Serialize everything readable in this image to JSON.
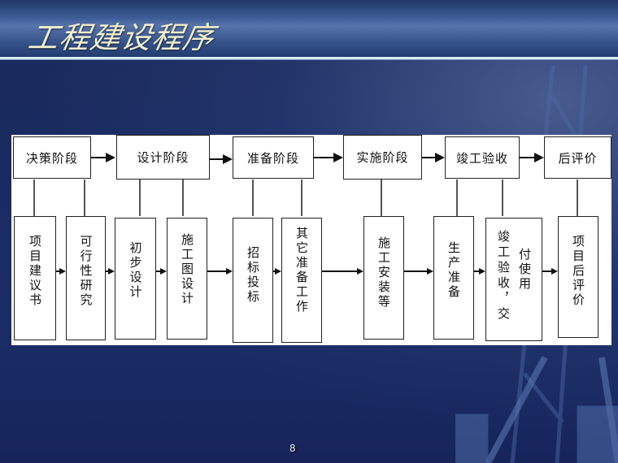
{
  "slide": {
    "title": "工程建设程序",
    "page_number": "8"
  },
  "stages": [
    {
      "label": "决策阶段"
    },
    {
      "label": "设计阶段"
    },
    {
      "label": "准备阶段"
    },
    {
      "label": "实施阶段"
    },
    {
      "label": "竣工验收"
    },
    {
      "label": "后评价"
    }
  ],
  "tasks": [
    {
      "label": "项目建议书",
      "stage": "决策阶段"
    },
    {
      "label": "可行性研究",
      "stage": "决策阶段"
    },
    {
      "label": "初步设计",
      "stage": "设计阶段"
    },
    {
      "label": "施工图设计",
      "stage": "设计阶段"
    },
    {
      "label": "招标投标",
      "stage": "准备阶段"
    },
    {
      "label": "其它准备工作",
      "stage": "准备阶段"
    },
    {
      "label": "施工安装等",
      "stage": "实施阶段"
    },
    {
      "label": "生产准备",
      "stage": "竣工验收"
    },
    {
      "label_col1": "竣工验收，交",
      "label_col2": "付使用",
      "stage": "竣工验收"
    },
    {
      "label": "项目后评价",
      "stage": "后评价"
    }
  ],
  "colors": {
    "background": "#1b2b62",
    "header": "#4a68a2",
    "title_text": "#f2efcf",
    "panel": "#ffffff",
    "box_border": "#222222"
  }
}
